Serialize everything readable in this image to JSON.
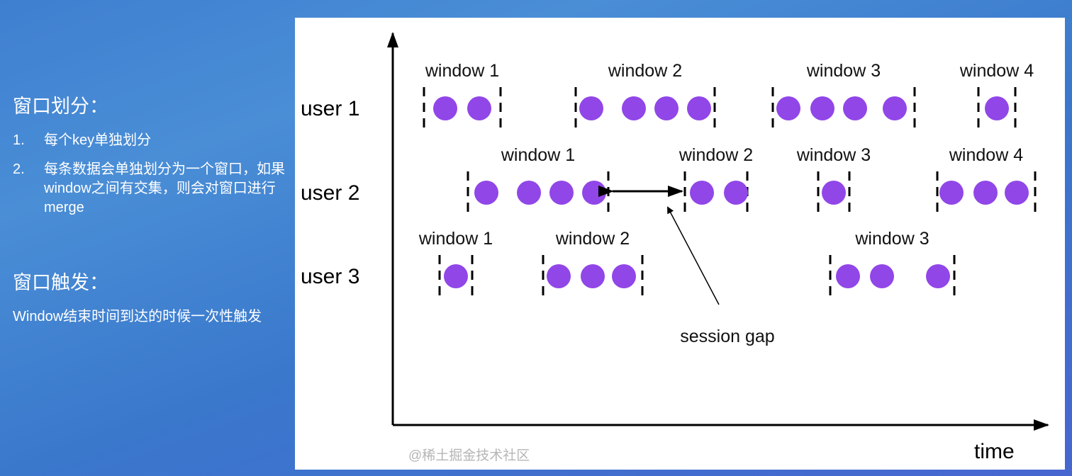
{
  "left": {
    "heading1": "窗口划分：",
    "items": [
      {
        "num": "1.",
        "text": "每个key单独划分"
      },
      {
        "num": "2.",
        "text": "每条数据会单独划分为一个窗口，如果window之间有交集，则会对窗口进行merge"
      }
    ],
    "heading2": "窗口触发：",
    "trigger_text": "Window结束时间到达的时候一次性触发"
  },
  "diagram": {
    "x_axis_label": "time",
    "dot_color": "#9146e8",
    "annotation": "session gap",
    "rows": [
      {
        "label": "user 1",
        "windows": [
          {
            "label": "window 1",
            "events": 2
          },
          {
            "label": "window 2",
            "events": 4
          },
          {
            "label": "window 3",
            "events": 4
          },
          {
            "label": "window 4",
            "events": 1
          }
        ]
      },
      {
        "label": "user 2",
        "windows": [
          {
            "label": "window 1",
            "events": 4
          },
          {
            "label": "window 2",
            "events": 2
          },
          {
            "label": "window 3",
            "events": 1
          },
          {
            "label": "window 4",
            "events": 3
          }
        ]
      },
      {
        "label": "user 3",
        "windows": [
          {
            "label": "window 1",
            "events": 1
          },
          {
            "label": "window 2",
            "events": 3
          },
          {
            "label": "window 3",
            "events": 3
          }
        ]
      }
    ]
  },
  "watermark": "@稀土掘金技术社区"
}
